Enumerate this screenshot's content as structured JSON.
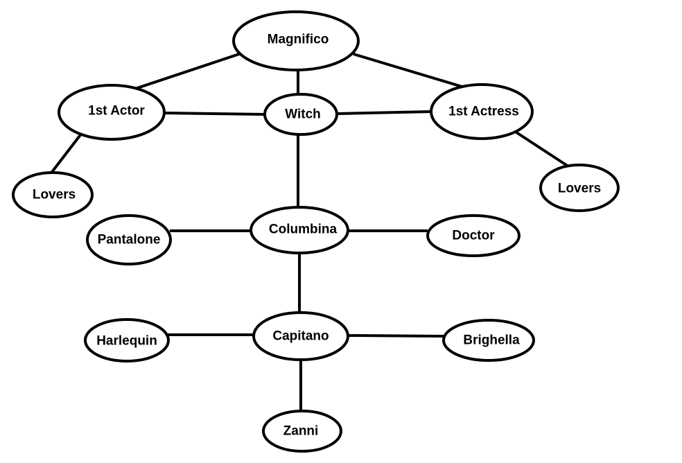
{
  "diagram": {
    "nodes": [
      {
        "id": "magnifico",
        "label": "Magnifico"
      },
      {
        "id": "first-actor",
        "label": "1st Actor"
      },
      {
        "id": "witch",
        "label": "Witch"
      },
      {
        "id": "first-actress",
        "label": "1st Actress"
      },
      {
        "id": "lovers-left",
        "label": "Lovers"
      },
      {
        "id": "lovers-right",
        "label": "Lovers"
      },
      {
        "id": "pantalone",
        "label": "Pantalone"
      },
      {
        "id": "columbina",
        "label": "Columbina"
      },
      {
        "id": "doctor",
        "label": "Doctor"
      },
      {
        "id": "harlequin",
        "label": "Harlequin"
      },
      {
        "id": "capitano",
        "label": "Capitano"
      },
      {
        "id": "brighella",
        "label": "Brighella"
      },
      {
        "id": "zanni",
        "label": "Zanni"
      }
    ],
    "edges": [
      {
        "from": "magnifico",
        "to": "first-actor"
      },
      {
        "from": "magnifico",
        "to": "witch"
      },
      {
        "from": "magnifico",
        "to": "first-actress"
      },
      {
        "from": "first-actor",
        "to": "witch"
      },
      {
        "from": "witch",
        "to": "first-actress"
      },
      {
        "from": "first-actor",
        "to": "lovers-left"
      },
      {
        "from": "first-actress",
        "to": "lovers-right"
      },
      {
        "from": "witch",
        "to": "columbina"
      },
      {
        "from": "columbina",
        "to": "pantalone"
      },
      {
        "from": "columbina",
        "to": "doctor"
      },
      {
        "from": "columbina",
        "to": "capitano"
      },
      {
        "from": "capitano",
        "to": "harlequin"
      },
      {
        "from": "capitano",
        "to": "brighella"
      },
      {
        "from": "capitano",
        "to": "zanni"
      }
    ]
  }
}
